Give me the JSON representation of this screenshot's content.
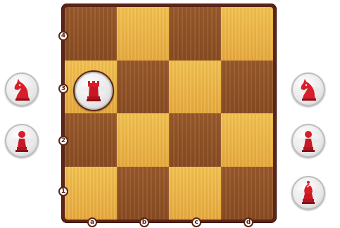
{
  "board": {
    "files": [
      "a",
      "b",
      "c",
      "d"
    ],
    "ranks": [
      "4",
      "3",
      "2",
      "1"
    ],
    "colors": {
      "light": "#f2c14e",
      "dark": "#8b4d22",
      "frame": "#5a2416"
    }
  },
  "pieces": {
    "on_board": [
      {
        "piece": "rook",
        "square": "a3",
        "color": "#d81e2a"
      }
    ],
    "left_tray": [
      "knight",
      "pawn"
    ],
    "right_tray": [
      "knight",
      "pawn",
      "bishop"
    ]
  }
}
